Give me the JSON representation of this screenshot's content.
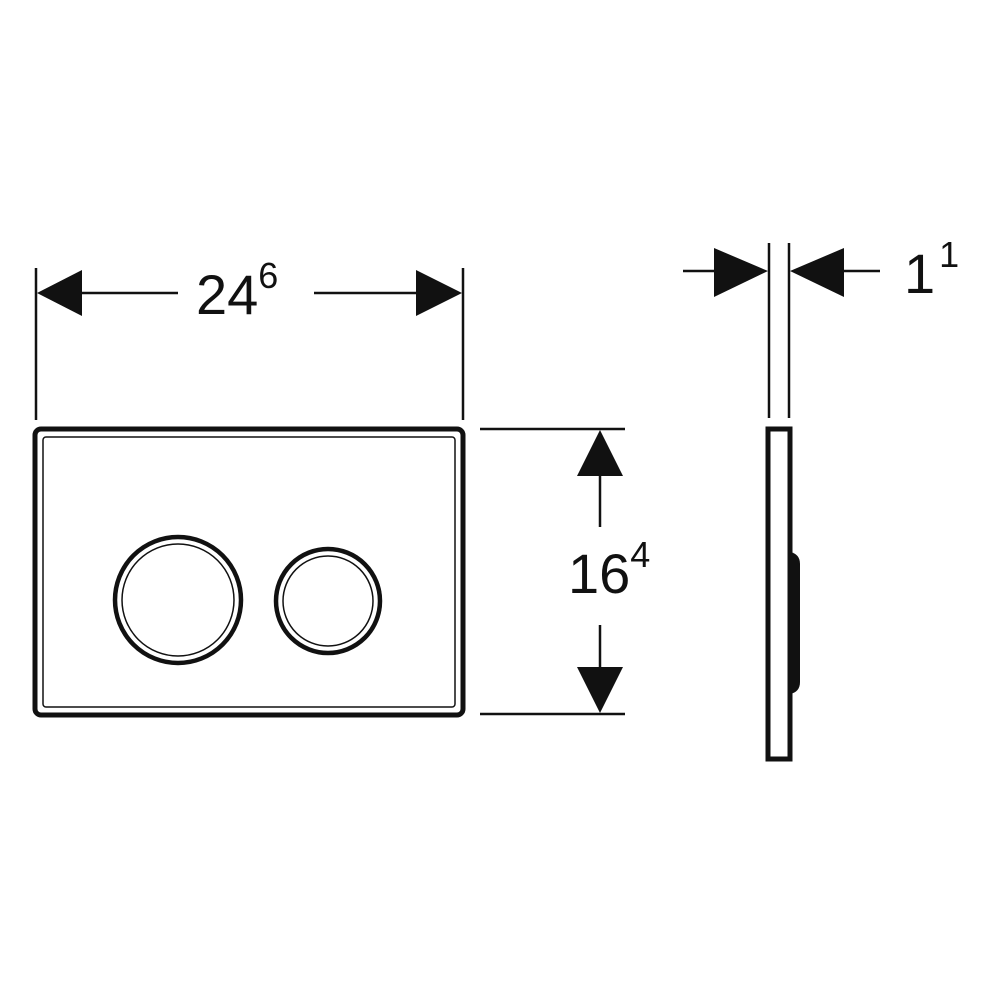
{
  "diagram": {
    "type": "technical dimension drawing",
    "subject": "flush plate with two round actuator buttons",
    "colors": {
      "line": "#111111",
      "background": "#ffffff"
    },
    "front_view": {
      "width_dimension": {
        "main": "24",
        "superscript": "6"
      },
      "height_dimension": {
        "main": "16",
        "superscript": "4"
      },
      "buttons": [
        "large round button",
        "small round button"
      ]
    },
    "side_view": {
      "thickness_dimension": {
        "main": "1",
        "superscript": "1"
      }
    }
  }
}
